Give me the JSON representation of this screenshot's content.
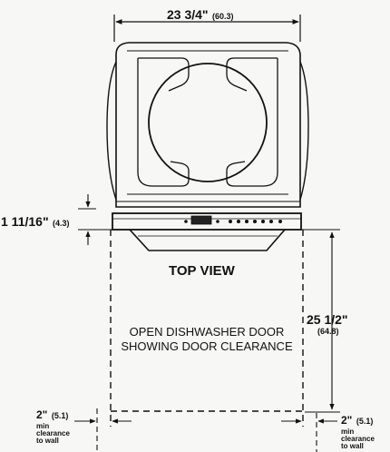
{
  "dimensions": {
    "width_in": "23 3/4\"",
    "width_cm": "(60.3)",
    "panel_in": "1 11/16\"",
    "panel_cm": "(4.3)",
    "depth_in": "25 1/2\"",
    "depth_cm": "(64.8)",
    "left_clear_in": "2\"",
    "left_clear_cm": "(5.1)",
    "right_clear_in": "2\"",
    "right_clear_cm": "(5.1)"
  },
  "labels": {
    "top_view": "TOP VIEW",
    "door_line1": "OPEN DISHWASHER DOOR",
    "door_line2": "SHOWING DOOR CLEARANCE",
    "left_note1": "min",
    "left_note2": "clearance",
    "left_note3": "to wall",
    "right_note1": "min",
    "right_note2": "clearance",
    "right_note3": "to wall"
  }
}
